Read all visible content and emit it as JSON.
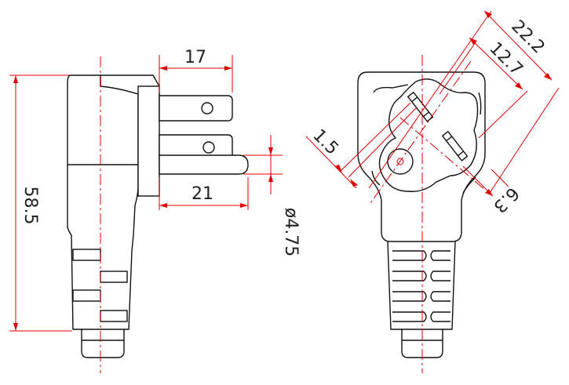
{
  "diagram": {
    "dimensions": {
      "side_view": {
        "prong_length": "17",
        "ground_pin_length": "21",
        "ground_pin_diameter": "ø4.75",
        "overall_height": "58.5"
      },
      "front_view": {
        "outer_span": "22.2",
        "blade_spacing": "12.7",
        "blade_thickness": "1.5",
        "blade_width": "6.3"
      }
    },
    "colors": {
      "outline": "#111111",
      "dimension_lines": "#e00000",
      "text": "#222222"
    }
  }
}
